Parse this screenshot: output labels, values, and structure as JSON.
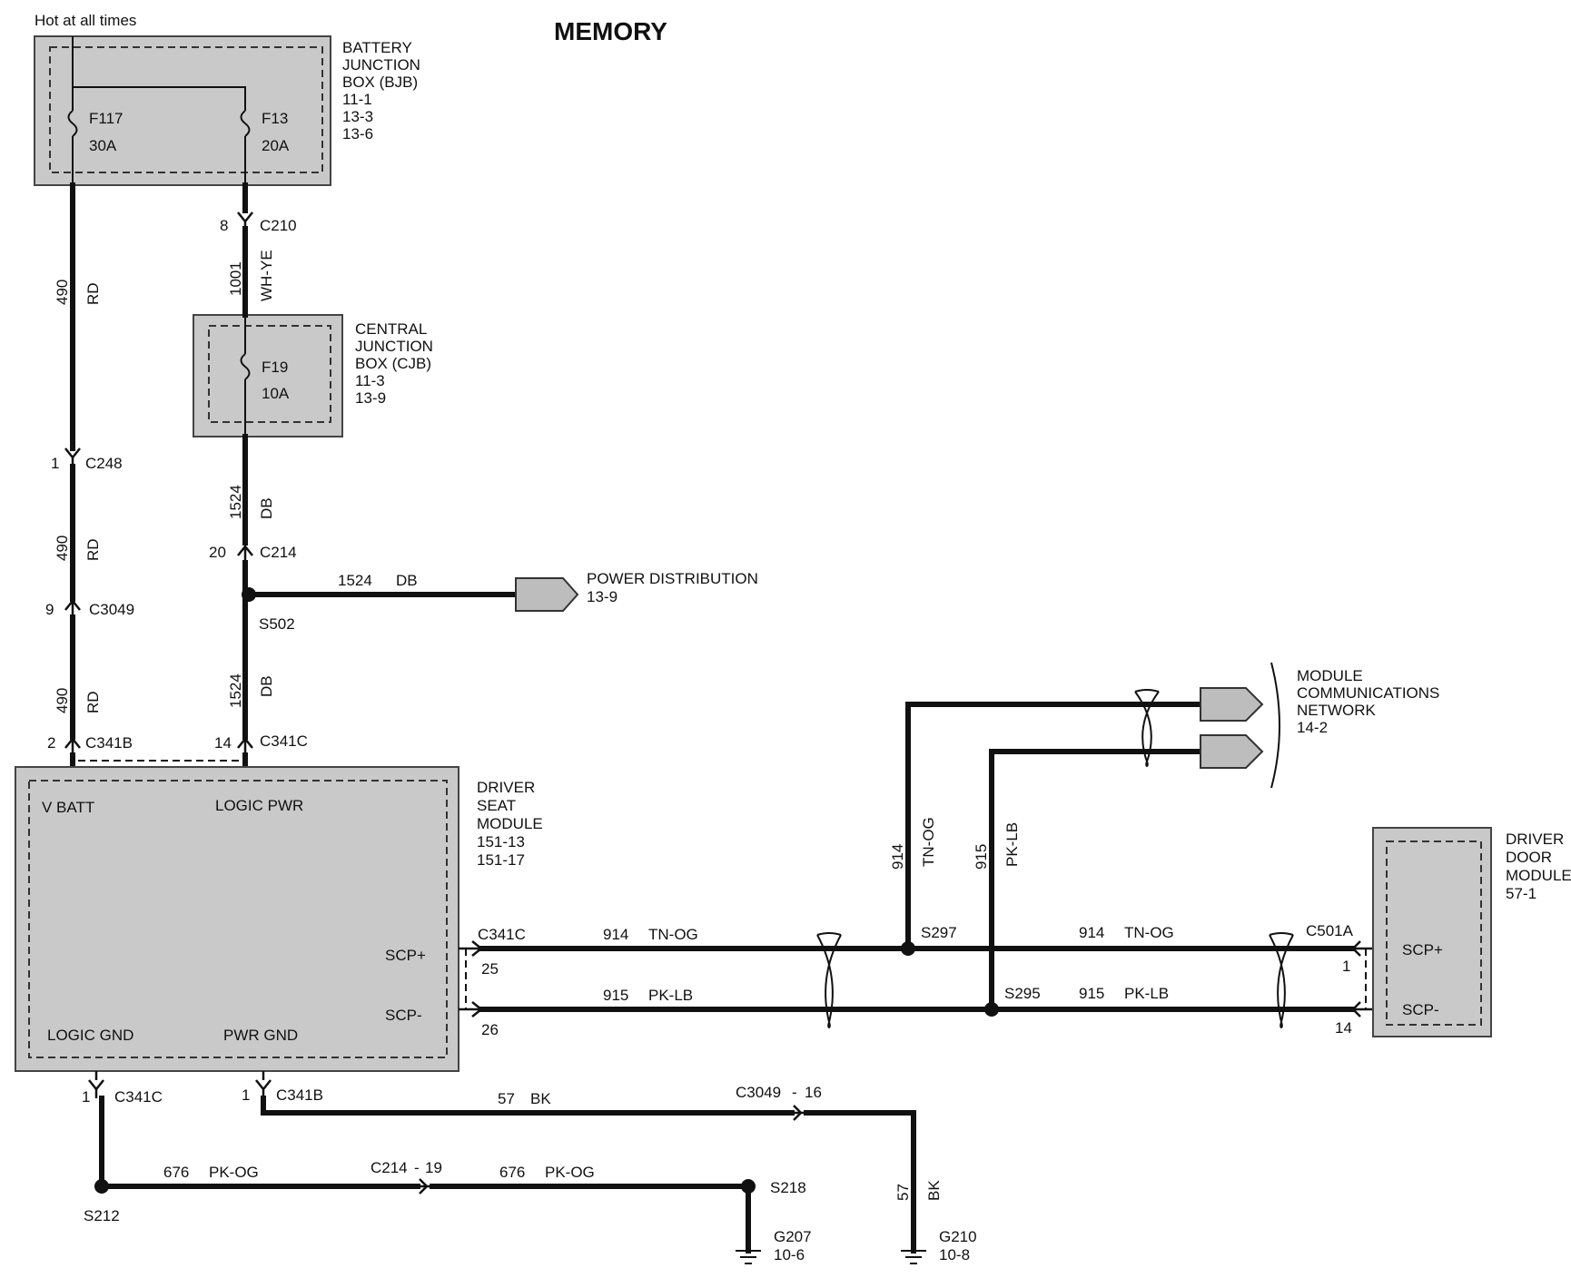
{
  "title": "MEMORY",
  "hot_label": "Hot at all times",
  "bjb": {
    "lines": [
      "BATTERY",
      "JUNCTION",
      "BOX (BJB)",
      "11-1",
      "13-3",
      "13-6"
    ],
    "fuse1": "F117",
    "fuse1_amp": "30A",
    "fuse2": "F13",
    "fuse2_amp": "20A"
  },
  "cjb": {
    "lines": [
      "CENTRAL",
      "JUNCTION",
      "BOX (CJB)",
      "11-3",
      "13-9"
    ],
    "fuse": "F19",
    "fuse_amp": "10A"
  },
  "dsm": {
    "lines": [
      "DRIVER",
      "SEAT",
      "MODULE",
      "151-13",
      "151-17"
    ],
    "pins": {
      "vbatt": "V BATT",
      "logic_pwr": "LOGIC PWR",
      "scp_plus": "SCP+",
      "scp_minus": "SCP-",
      "logic_gnd": "LOGIC GND",
      "pwr_gnd": "PWR GND"
    }
  },
  "ddm": {
    "lines": [
      "DRIVER",
      "DOOR",
      "MODULE",
      "57-1"
    ],
    "pins": {
      "scp_plus": "SCP+",
      "scp_minus": "SCP-"
    }
  },
  "power_dist": {
    "lines": [
      "POWER DISTRIBUTION",
      "13-9"
    ]
  },
  "mcn": {
    "lines": [
      "MODULE",
      "COMMUNICATIONS",
      "NETWORK",
      "14-2"
    ]
  },
  "connectors": {
    "c210": {
      "name": "C210",
      "pin": "8"
    },
    "c248": {
      "name": "C248",
      "pin": "1"
    },
    "c214_top": {
      "name": "C214",
      "pin": "20"
    },
    "c3049_top": {
      "name": "C3049",
      "pin": "9"
    },
    "c341b_top": {
      "name": "C341B",
      "pin": "2"
    },
    "c341c_top": {
      "name": "C341C",
      "pin": "14"
    },
    "c341c_scp": {
      "name": "C341C",
      "pin_plus": "25",
      "pin_minus": "26"
    },
    "c501a": {
      "name": "C501A",
      "pin_plus": "1",
      "pin_minus": "14"
    },
    "c341c_gnd": {
      "name": "C341C",
      "pin": "1"
    },
    "c341b_gnd": {
      "name": "C341B",
      "pin": "1"
    },
    "c3049_gnd": {
      "name": "C3049",
      "sep": "-",
      "pin": "16"
    },
    "c214_gnd": {
      "name": "C214",
      "sep": "-",
      "pin": "19"
    }
  },
  "splices": {
    "s502": "S502",
    "s297": "S297",
    "s295": "S295",
    "s212": "S212",
    "s218": "S218"
  },
  "grounds": {
    "g207": {
      "name": "G207",
      "ref": "10-6"
    },
    "g210": {
      "name": "G210",
      "ref": "10-8"
    }
  },
  "wires": {
    "w490_1": {
      "circuit": "490",
      "color": "RD"
    },
    "w490_2": {
      "circuit": "490",
      "color": "RD"
    },
    "w490_3": {
      "circuit": "490",
      "color": "RD"
    },
    "w1001": {
      "circuit": "1001",
      "color": "WH-YE"
    },
    "w1524_1": {
      "circuit": "1524",
      "color": "DB"
    },
    "w1524_h": {
      "circuit": "1524",
      "color": "DB"
    },
    "w1524_2": {
      "circuit": "1524",
      "color": "DB"
    },
    "w914_v": {
      "circuit": "914",
      "color": "TN-OG"
    },
    "w915_v": {
      "circuit": "915",
      "color": "PK-LB"
    },
    "w914_l": {
      "circuit": "914",
      "color": "TN-OG"
    },
    "w915_l": {
      "circuit": "915",
      "color": "PK-LB"
    },
    "w914_r": {
      "circuit": "914",
      "color": "TN-OG"
    },
    "w915_r": {
      "circuit": "915",
      "color": "PK-LB"
    },
    "w57_h": {
      "circuit": "57",
      "color": "BK"
    },
    "w57_v": {
      "circuit": "57",
      "color": "BK"
    },
    "w676_l": {
      "circuit": "676",
      "color": "PK-OG"
    },
    "w676_r": {
      "circuit": "676",
      "color": "PK-OG"
    }
  }
}
